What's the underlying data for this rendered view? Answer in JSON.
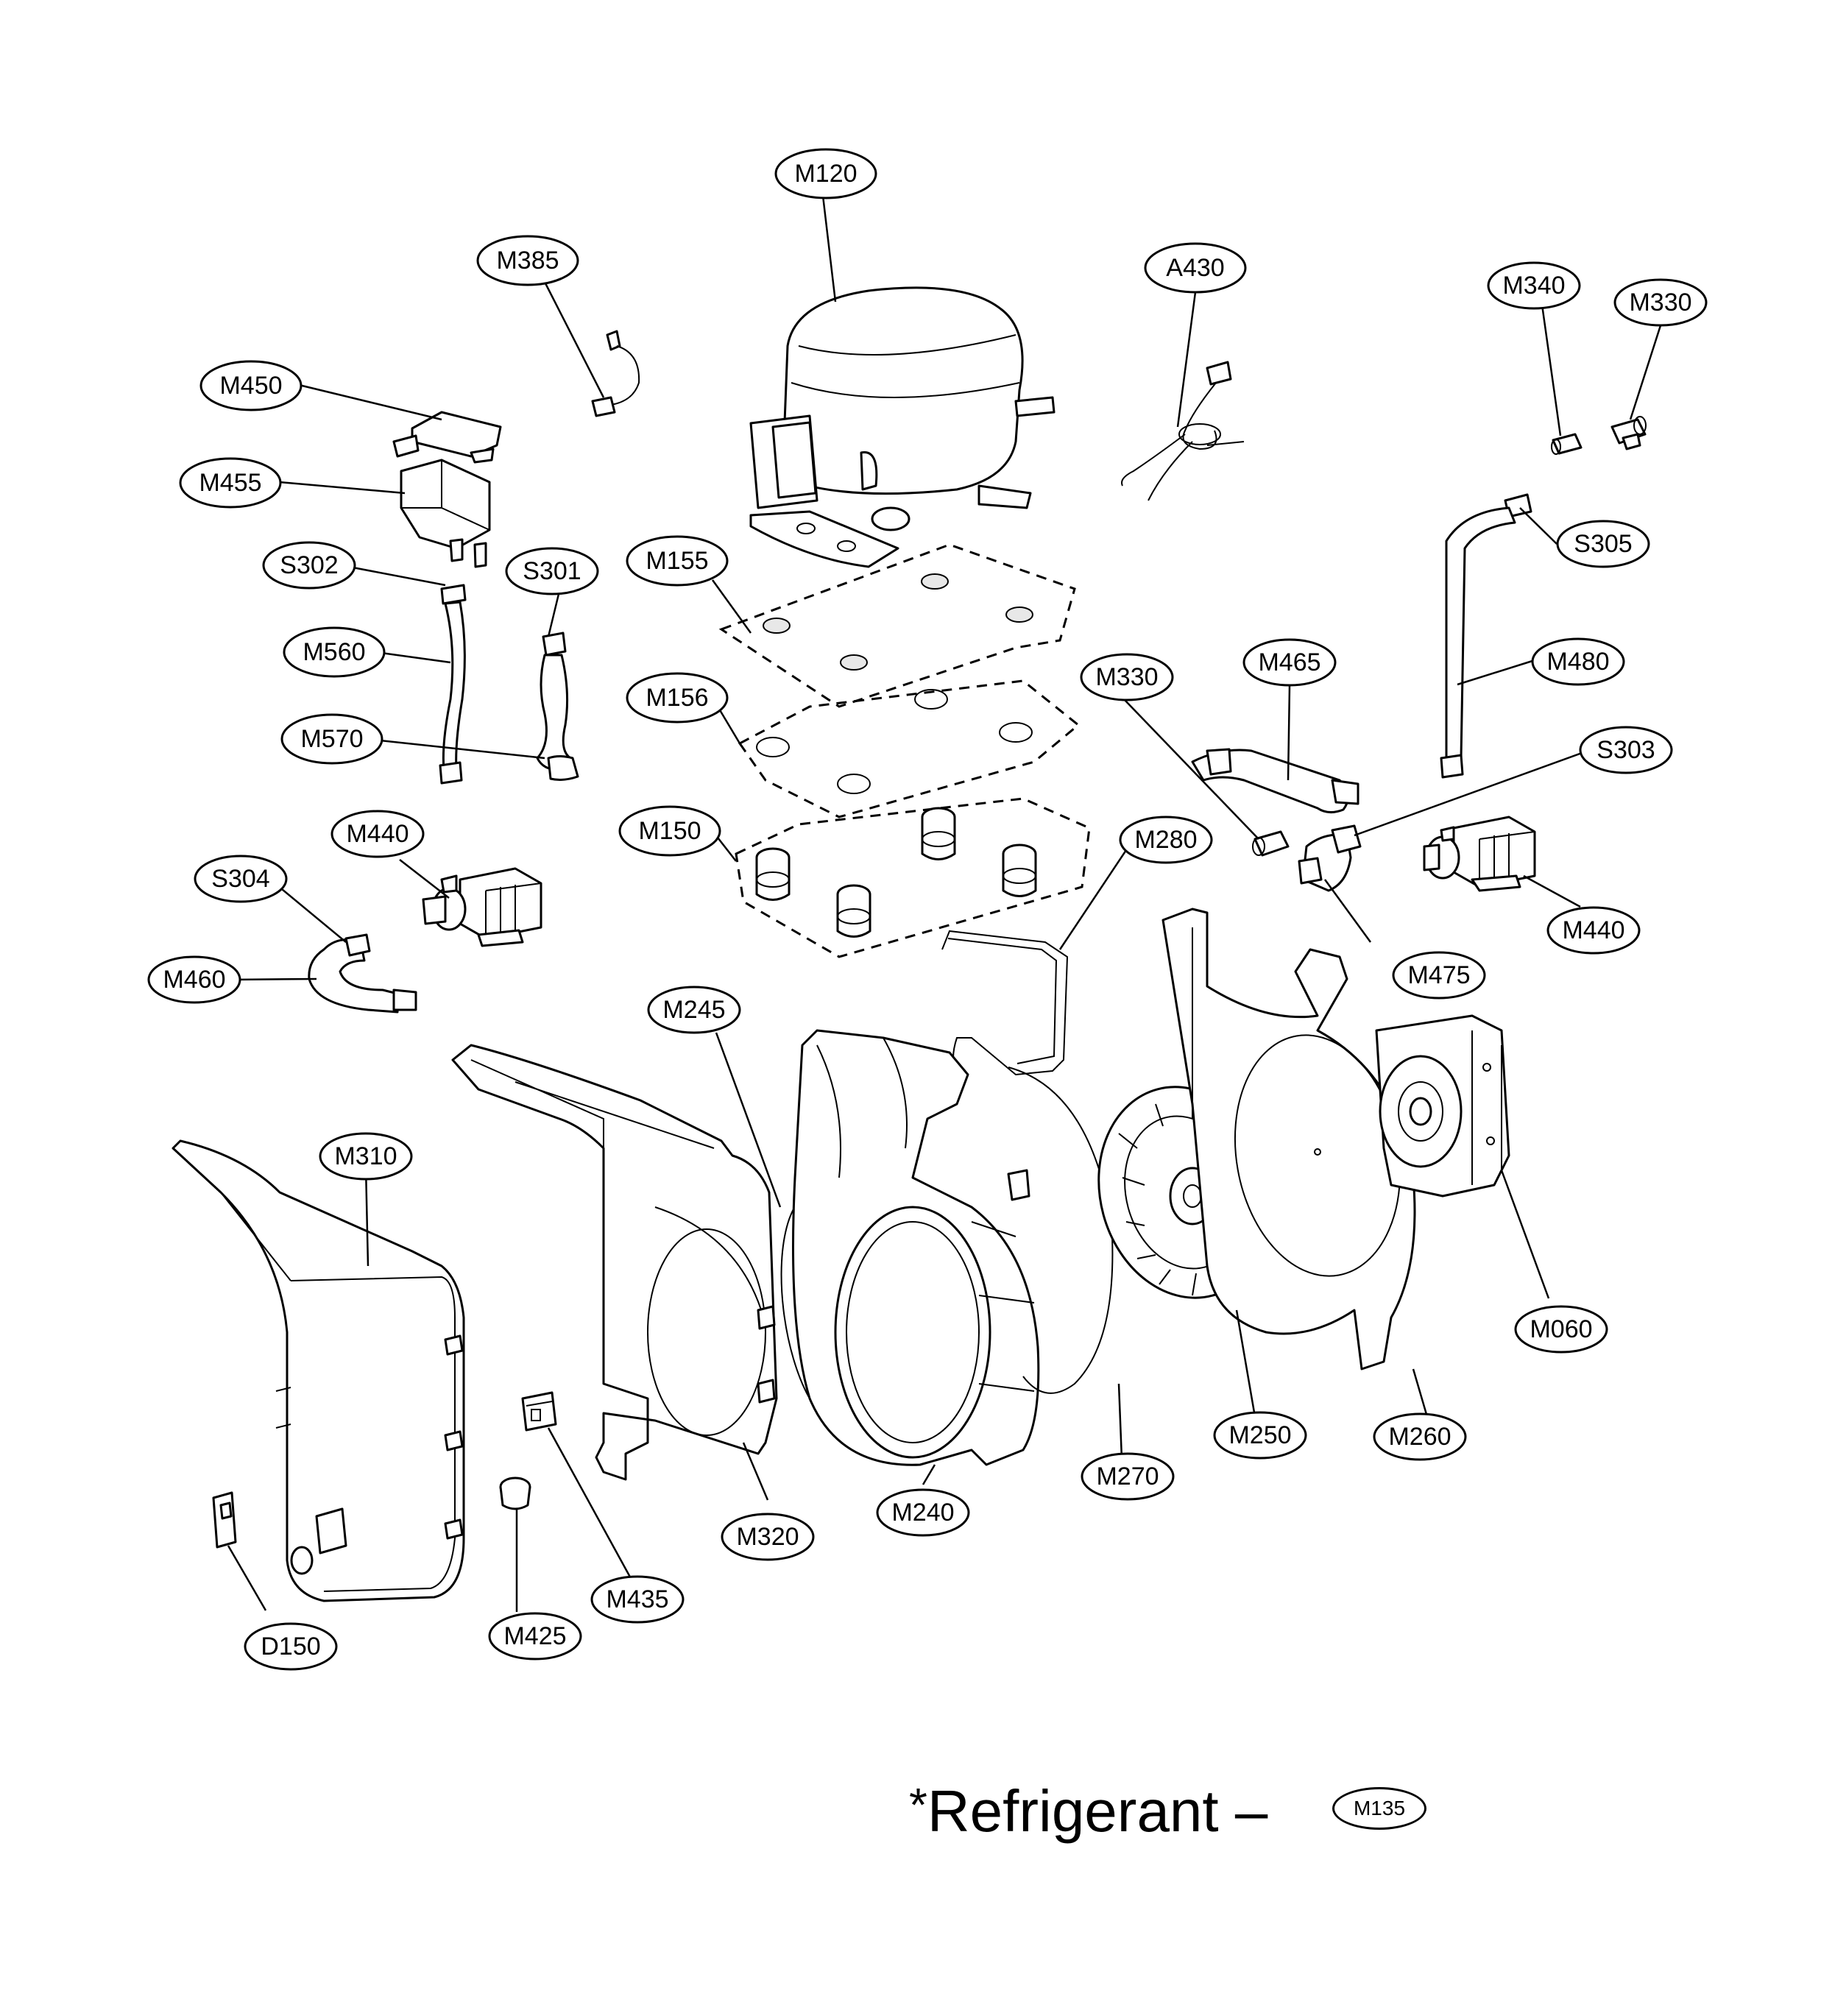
{
  "callouts": [
    {
      "id": "M120",
      "label": "M120"
    },
    {
      "id": "M385",
      "label": "M385"
    },
    {
      "id": "A430",
      "label": "A430"
    },
    {
      "id": "M340",
      "label": "M340"
    },
    {
      "id": "M330a",
      "label": "M330"
    },
    {
      "id": "M450",
      "label": "M450"
    },
    {
      "id": "M455",
      "label": "M455"
    },
    {
      "id": "S302",
      "label": "S302"
    },
    {
      "id": "S301",
      "label": "S301"
    },
    {
      "id": "M155",
      "label": "M155"
    },
    {
      "id": "S305",
      "label": "S305"
    },
    {
      "id": "M560",
      "label": "M560"
    },
    {
      "id": "M330b",
      "label": "M330"
    },
    {
      "id": "M465",
      "label": "M465"
    },
    {
      "id": "M480",
      "label": "M480"
    },
    {
      "id": "M156",
      "label": "M156"
    },
    {
      "id": "M570",
      "label": "M570"
    },
    {
      "id": "S303",
      "label": "S303"
    },
    {
      "id": "M150",
      "label": "M150"
    },
    {
      "id": "M440a",
      "label": "M440"
    },
    {
      "id": "M280",
      "label": "M280"
    },
    {
      "id": "S304",
      "label": "S304"
    },
    {
      "id": "M440b",
      "label": "M440"
    },
    {
      "id": "M460",
      "label": "M460"
    },
    {
      "id": "M475",
      "label": "M475"
    },
    {
      "id": "M245",
      "label": "M245"
    },
    {
      "id": "M310",
      "label": "M310"
    },
    {
      "id": "M060",
      "label": "M060"
    },
    {
      "id": "M250",
      "label": "M250"
    },
    {
      "id": "M260",
      "label": "M260"
    },
    {
      "id": "M270",
      "label": "M270"
    },
    {
      "id": "M320",
      "label": "M320"
    },
    {
      "id": "M240",
      "label": "M240"
    },
    {
      "id": "M435",
      "label": "M435"
    },
    {
      "id": "M425",
      "label": "M425"
    },
    {
      "id": "D150",
      "label": "D150"
    }
  ],
  "footnote": {
    "star": "*",
    "text": "Refrigerant –",
    "ref": "M135"
  }
}
